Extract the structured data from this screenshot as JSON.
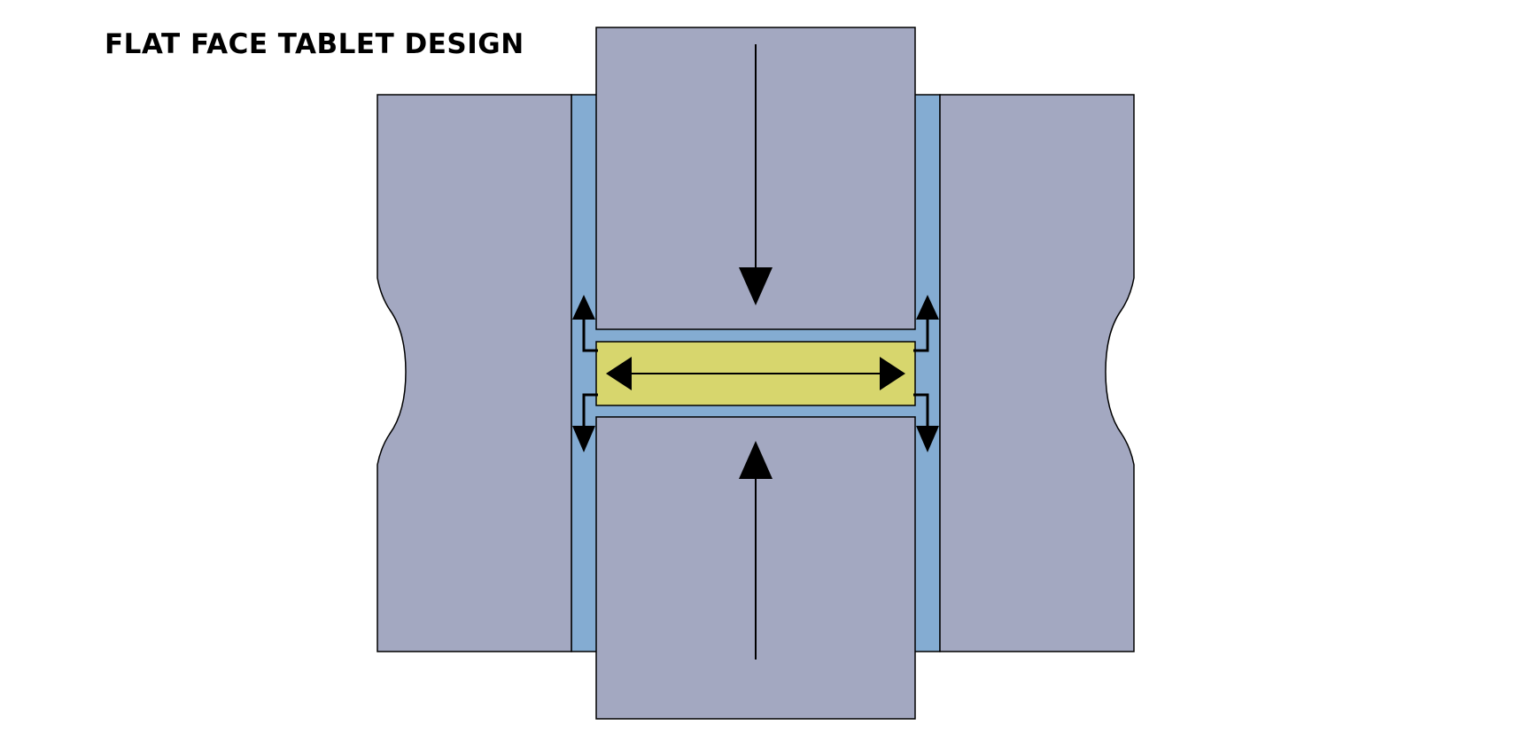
{
  "title": "FLAT FACE TABLET DESIGN",
  "colors": {
    "tooling": "#a3a8c1",
    "gap": "#84acd2",
    "tablet": "#d7d66d",
    "outline": "#000000"
  },
  "parts": [
    "upper-punch",
    "lower-punch",
    "left-die",
    "right-die",
    "die-clearance",
    "tablet"
  ],
  "arrows": [
    "upper-punch-force-down",
    "lower-punch-force-up",
    "tablet-lateral-expansion",
    "air-escape-up-left",
    "air-escape-down-left",
    "air-escape-up-right",
    "air-escape-down-right"
  ]
}
